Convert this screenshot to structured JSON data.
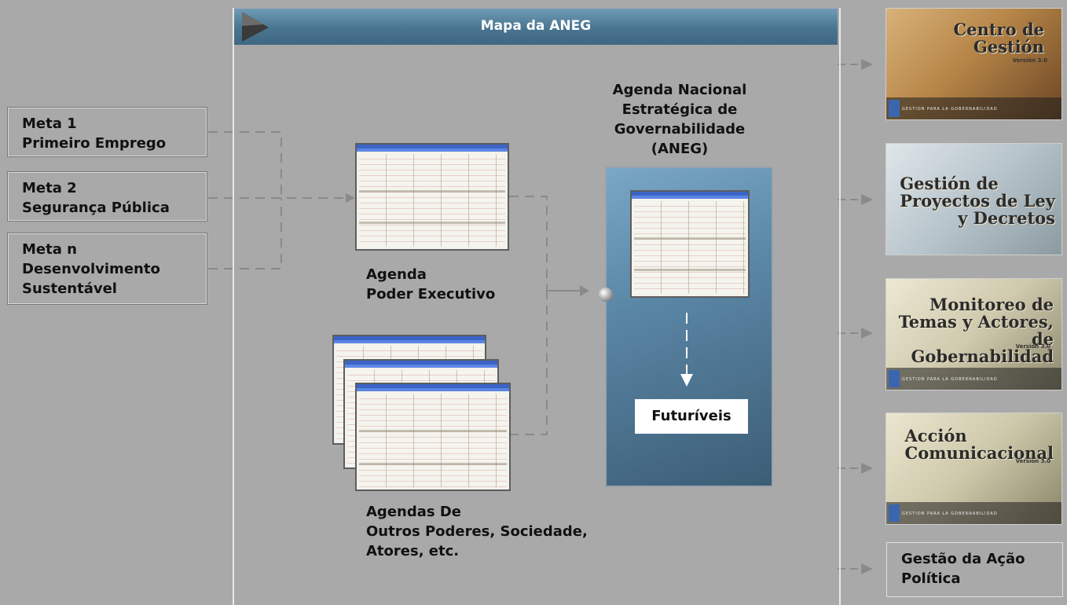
{
  "header": {
    "title": "Mapa da ANEG"
  },
  "metas": [
    {
      "line1": "Meta 1",
      "line2": "Primeiro Emprego",
      "line3": ""
    },
    {
      "line1": "Meta 2",
      "line2": "Segurança Pública",
      "line3": ""
    },
    {
      "line1": "Meta n",
      "line2": "Desenvolvimento",
      "line3": "Sustentável"
    }
  ],
  "agenda_executivo": {
    "line1": "Agenda",
    "line2": "Poder Executivo"
  },
  "agendas_outros": {
    "line1": "Agendas De",
    "line2": "Outros Poderes, Sociedade,",
    "line3": "Atores, etc."
  },
  "aneg": {
    "line1": "Agenda Nacional",
    "line2": "Estratégica de",
    "line3": "Governabilidade",
    "line4": "(ANEG)"
  },
  "futuriveis": "Futuríveis",
  "modules": [
    {
      "title1": "Centro de",
      "title2": "Gestión",
      "title3": "",
      "version": "Versión 3.0",
      "colors": [
        "#c79a5a",
        "#8a5a2c"
      ]
    },
    {
      "title1": "Gestión de",
      "title2": "Proyectos de Ley",
      "title3": "y Decretos",
      "version": "",
      "colors": [
        "#c9d2d6",
        "#8c9aa2"
      ]
    },
    {
      "title1": "Monitoreo de",
      "title2": "Temas y Actores,",
      "title3": "de Gobernabilidad",
      "version": "Versión 3.0",
      "colors": [
        "#d8d4bd",
        "#7f7a62"
      ]
    },
    {
      "title1": "Acción",
      "title2": "Comunicacional",
      "title3": "",
      "version": "Versión 3.0",
      "colors": [
        "#d6d1b9",
        "#8a8468"
      ]
    }
  ],
  "gestao": {
    "line1": "Gestão da Ação",
    "line2": "Política"
  },
  "thumb_footer": "GESTION PARA LA GOBERNABILIDAD",
  "colors": {
    "background": "#a9a9a9",
    "header": "#4a7591",
    "door": "#5a86a5",
    "lines": "#888888"
  }
}
